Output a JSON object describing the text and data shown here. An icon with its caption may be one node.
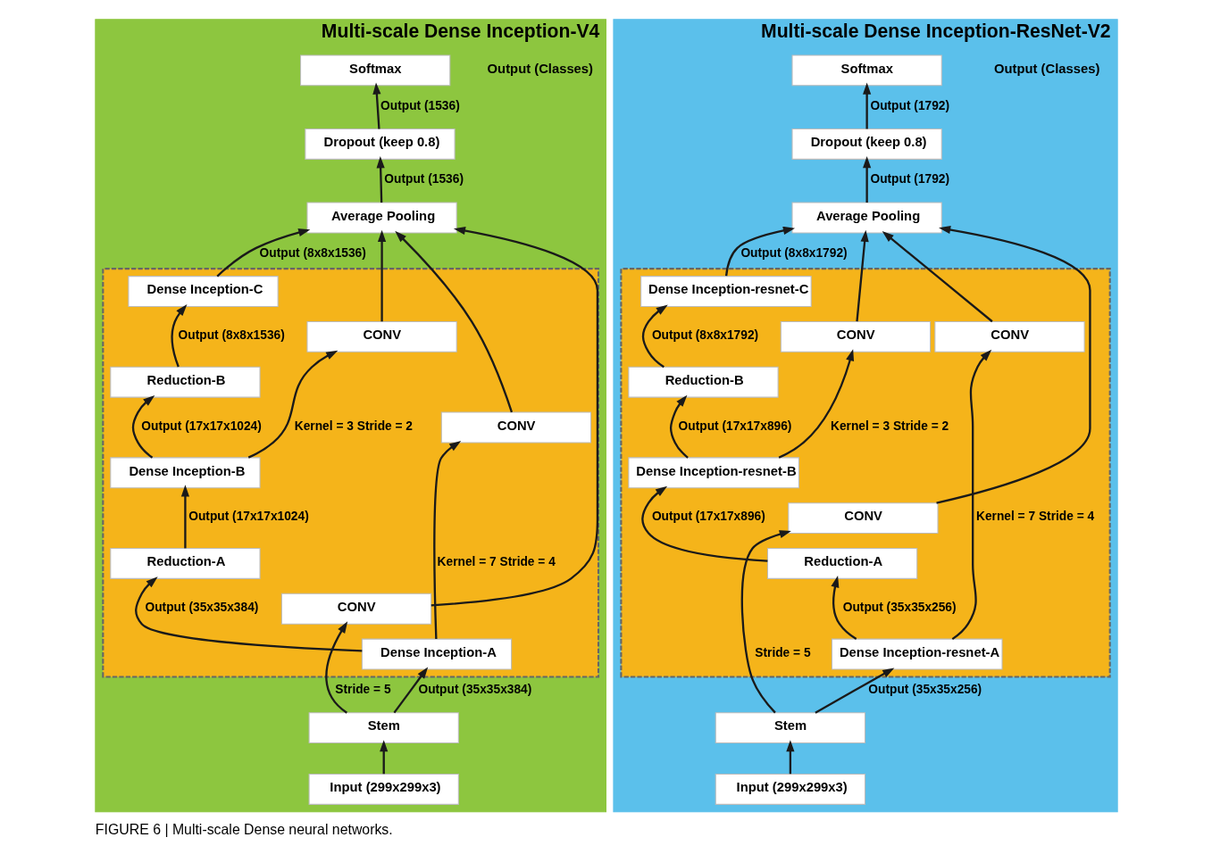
{
  "diagram": {
    "caption": "FIGURE 6 | Multi-scale Dense neural networks.",
    "nodes": [
      {
        "text": [
          "Multi-scale Dense Inception-V4"
        ]
      },
      {
        "text": [
          "Softmax"
        ],
        "in": 0
      },
      {
        "text": [
          "Dropout (keep 0.8)"
        ],
        "in": 0
      },
      {
        "text": [
          "Average Pooling"
        ],
        "in": 0
      },
      {
        "text": [],
        "shape": "box",
        "in": 0
      },
      {
        "text": [
          "Dense Inception-C"
        ],
        "in": 4
      },
      {
        "text": [
          "CONV"
        ],
        "in": 4
      },
      {
        "text": [
          "Reduction-B"
        ],
        "in": 4
      },
      {
        "text": [
          "Dense Inception-B"
        ],
        "in": 4
      },
      {
        "text": [
          "CONV"
        ],
        "in": 4
      },
      {
        "text": [
          "Reduction-A"
        ],
        "in": 4
      },
      {
        "text": [
          "CONV"
        ],
        "in": 4
      },
      {
        "text": [
          "Dense Inception-A"
        ],
        "in": 4
      },
      {
        "text": [
          "Stem"
        ],
        "in": 0
      },
      {
        "text": [
          "Input (299x299x3)"
        ],
        "in": 0
      },
      {
        "text": [
          "Multi-scale Dense Inception-ResNet-V2"
        ]
      },
      {
        "text": [
          "Softmax"
        ],
        "in": 15
      },
      {
        "text": [
          "Dropout (keep 0.8)"
        ],
        "in": 15
      },
      {
        "text": [
          "Average Pooling"
        ],
        "in": 15
      },
      {
        "text": [],
        "shape": "box",
        "in": 15
      },
      {
        "text": [
          "Dense Inception-resnet-C"
        ],
        "in": 19
      },
      {
        "text": [
          "CONV"
        ],
        "in": 19
      },
      {
        "text": [
          "Reduction-B"
        ],
        "in": 19
      },
      {
        "text": [
          "Dense Inception-resnet-B"
        ],
        "in": 19
      },
      {
        "text": [
          "CONV"
        ],
        "in": 19
      },
      {
        "text": [
          "Reduction-A"
        ],
        "in": 19
      },
      {
        "text": [
          "CONV"
        ],
        "in": 19
      },
      {
        "text": [
          "Dense Inception-resnet-A"
        ],
        "in": 19
      },
      {
        "text": [
          "Stem"
        ],
        "in": 15
      },
      {
        "text": [
          "Input (299x299x3)"
        ],
        "in": 15
      }
    ],
    "edges": [
      {
        "from": 14,
        "to": 13,
        "arrow": "to"
      },
      {
        "from": 13,
        "to": 12,
        "arrow": "to",
        "label": "Output (35x35x384)"
      },
      {
        "from": 12,
        "to": 10,
        "arrow": "to",
        "label": "Output (35x35x384)"
      },
      {
        "from": 10,
        "to": 8,
        "arrow": "to",
        "label": "Output (17x17x1024)"
      },
      {
        "from": 8,
        "to": 7,
        "arrow": "to",
        "label": "Output (17x17x1024)"
      },
      {
        "from": 7,
        "to": 5,
        "arrow": "to",
        "label": "Output (8x8x1536)"
      },
      {
        "from": 5,
        "to": 3,
        "arrow": "to",
        "label": "Output (8x8x1536)"
      },
      {
        "from": 3,
        "to": 2,
        "arrow": "to",
        "label": "Output (1536)"
      },
      {
        "from": 2,
        "to": 1,
        "arrow": "to",
        "label": "Output (1536)"
      },
      {
        "from": 13,
        "to": 11,
        "arrow": "to",
        "label": "Stride = 5"
      },
      {
        "from": 11,
        "to": 3,
        "arrow": "to"
      },
      {
        "from": 12,
        "to": 9,
        "arrow": "to",
        "label": "Kernel = 7 Stride = 4"
      },
      {
        "from": 9,
        "to": 3,
        "arrow": "to"
      },
      {
        "from": 8,
        "to": 6,
        "arrow": "to",
        "label": "Kernel = 3 Stride = 2"
      },
      {
        "from": 6,
        "to": 3,
        "arrow": "to"
      },
      {
        "from": 29,
        "to": 28,
        "arrow": "to"
      },
      {
        "from": 28,
        "to": 27,
        "arrow": "to",
        "label": "Output (35x35x256)"
      },
      {
        "from": 27,
        "to": 25,
        "arrow": "to",
        "label": "Output (35x35x256)"
      },
      {
        "from": 25,
        "to": 23,
        "arrow": "to",
        "label": "Output (17x17x896)"
      },
      {
        "from": 23,
        "to": 22,
        "arrow": "to",
        "label": "Output (17x17x896)"
      },
      {
        "from": 22,
        "to": 20,
        "arrow": "to",
        "label": "Output (8x8x1792)"
      },
      {
        "from": 20,
        "to": 18,
        "arrow": "to",
        "label": "Output (8x8x1792)"
      },
      {
        "from": 18,
        "to": 17,
        "arrow": "to",
        "label": "Output (1792)"
      },
      {
        "from": 17,
        "to": 16,
        "arrow": "to",
        "label": "Output (1792)"
      },
      {
        "from": 28,
        "to": 26,
        "arrow": "to",
        "label": "Stride = 5"
      },
      {
        "from": 26,
        "to": 18,
        "arrow": "to"
      },
      {
        "from": 27,
        "to": 24,
        "arrow": "to",
        "label": "Kernel = 7 Stride = 4"
      },
      {
        "from": 24,
        "to": 18,
        "arrow": "to"
      },
      {
        "from": 23,
        "to": 21,
        "arrow": "to",
        "label": "Kernel = 3 Stride = 2"
      },
      {
        "from": 21,
        "to": 18,
        "arrow": "to"
      }
    ],
    "labels": [
      "Output (Classes)",
      "Output (Classes)"
    ]
  }
}
